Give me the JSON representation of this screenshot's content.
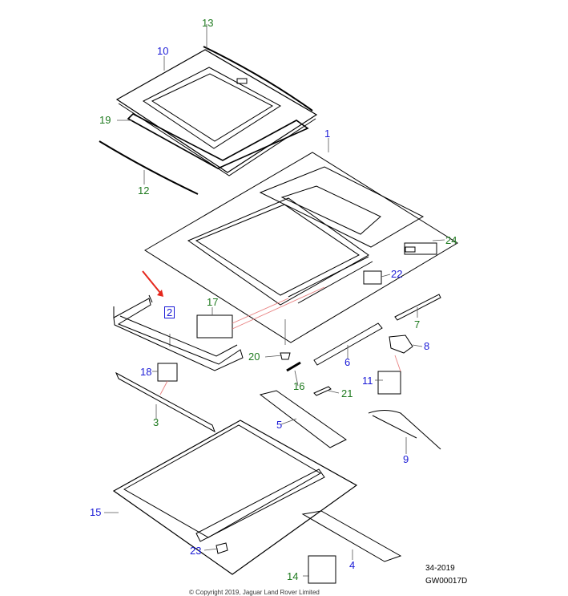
{
  "colors": {
    "blue_callout": "#1a1ad6",
    "green_callout": "#1f7a1f",
    "highlight_arrow": "#e5261b",
    "leader_red": "#e88080",
    "line": "#000000"
  },
  "callouts": {
    "c1": "1",
    "c2": "2",
    "c3": "3",
    "c4": "4",
    "c5": "5",
    "c6": "6",
    "c7": "7",
    "c8": "8",
    "c9": "9",
    "c10": "10",
    "c11": "11",
    "c12": "12",
    "c13": "13",
    "c14": "14",
    "c15": "15",
    "c16": "16",
    "c17": "17",
    "c18": "18",
    "c19": "19",
    "c21": "21",
    "c22": "22",
    "c23": "23",
    "c24": "24",
    "c20": "20"
  },
  "footer": {
    "year_code": "34-2019",
    "figure_id": "GW00017D",
    "copyright": "© Copyright 2019, Jaguar Land Rover Limited"
  }
}
